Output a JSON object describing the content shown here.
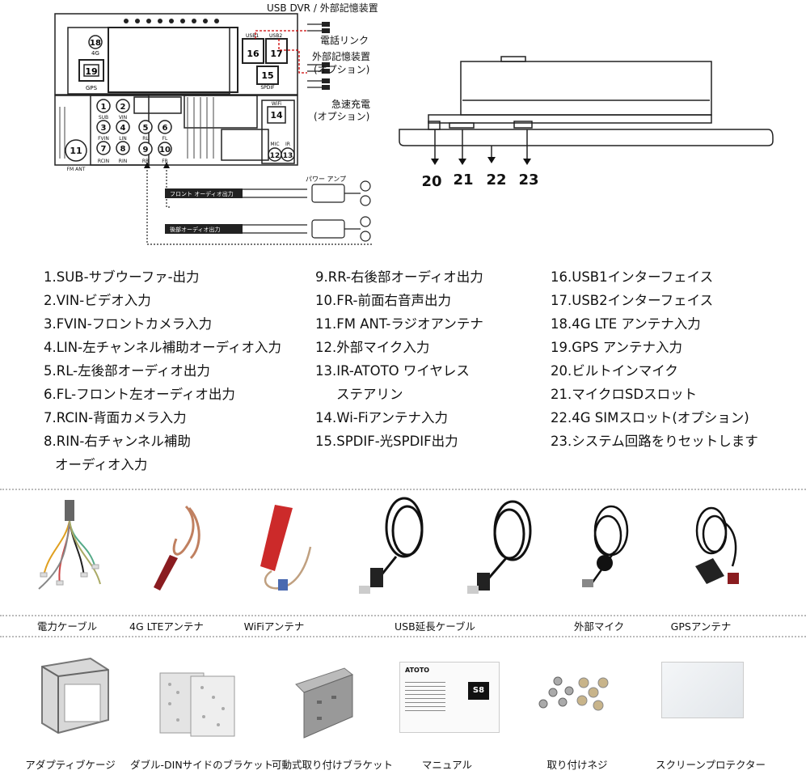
{
  "diagram": {
    "usb_dvr": "USB DVR / 外部記憶装置",
    "phone_link": "電話リンク",
    "ext_storage": "外部記憶装置",
    "option1": "(オプション)",
    "quick_charge": "急速充電",
    "option2": "(オプション)",
    "power_amp": "パワー アンプ",
    "front_audio": "フロント オーディオ出力",
    "rear_audio": "後部オーディオ出力",
    "port_labels": {
      "usb1": "USB1",
      "usb2": "USB2",
      "spdif": "SPDIF",
      "g4": "4G",
      "gps": "GPS",
      "wifi": "WiFi",
      "sub": "SUB",
      "vin": "VIN",
      "fvin": "FVIN",
      "lin": "LIN",
      "rcin": "RCIN",
      "rin": "RIN",
      "rl": "RL",
      "fl": "FL",
      "rr": "RR",
      "fr": "FR",
      "fmant": "FM ANT",
      "mic": "MIC",
      "ir": "IR"
    },
    "callouts": [
      "20",
      "21",
      "22",
      "23"
    ]
  },
  "legend": {
    "col1": [
      "1.SUB-サブウーファ-出力",
      "2.VIN-ビデオ入力",
      "3.FVIN-フロントカメラ入力",
      "4.LIN-左チャンネル補助オーディオ入力",
      "5.RL-左後部オーディオ出力",
      "6.FL-フロント左オーディオ出力",
      "7.RCIN-背面カメラ入力",
      "8.RIN-右チャンネル補助",
      "オーディオ入力"
    ],
    "col2": [
      "9.RR-右後部オーディオ出力",
      "10.FR-前面右音声出力",
      "11.FM ANT-ラジオアンテナ",
      "12.外部マイク入力",
      "13.IR-ATOTO ワイヤレス",
      "ステアリン",
      "14.Wi-Fiアンテナ入力",
      "15.SPDIF-光SPDIF出力"
    ],
    "col3": [
      "16.USB1インターフェイス",
      "17.USB2インターフェイス",
      "18.4G LTE アンテナ入力",
      "19.GPS アンテナ入力",
      "20.ビルトインマイク",
      "21.マイクロSDスロット",
      "22.4G SIMスロット(オプション)",
      "23.システム回路をりセットします"
    ]
  },
  "accessories_row1": [
    "電力ケーブル",
    "4G LTEアンテナ",
    "WiFiアンテナ",
    "USB延長ケーブル",
    "外部マイク",
    "GPSアンテナ"
  ],
  "accessories_row2": [
    "アダプティブケージ",
    "ダブル-DINサイドのブラケット",
    "可動式取り付けブラケット",
    "マニュアル",
    "取り付けネジ",
    "スクリーンプロテクター"
  ],
  "manual": {
    "brand": "ATOTO",
    "model": "S8"
  }
}
